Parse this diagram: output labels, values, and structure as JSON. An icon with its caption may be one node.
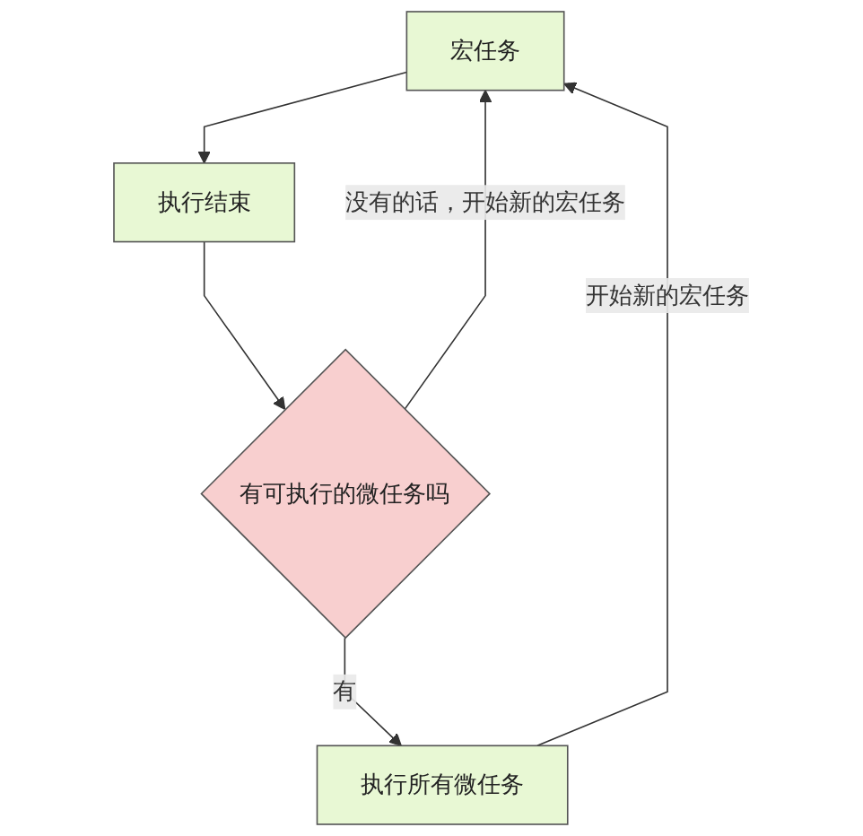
{
  "diagram": {
    "nodes": [
      {
        "text": [
          "宏任务"
        ]
      },
      {
        "text": [
          "执行结束"
        ]
      },
      {
        "text": [
          "有可执行的微任务吗"
        ]
      },
      {
        "text": [
          "执行所有微任务"
        ]
      }
    ],
    "edges": [
      {
        "from": 0,
        "to": 1,
        "arrow": "to"
      },
      {
        "from": 1,
        "to": 2,
        "arrow": "to"
      },
      {
        "from": 2,
        "to": 3,
        "arrow": "to",
        "label": "有"
      },
      {
        "from": 2,
        "to": 0,
        "arrow": "to",
        "label": "没有的话，开始新的宏任务"
      },
      {
        "from": 3,
        "to": 0,
        "arrow": "to",
        "label": "开始新的宏任务"
      }
    ]
  }
}
